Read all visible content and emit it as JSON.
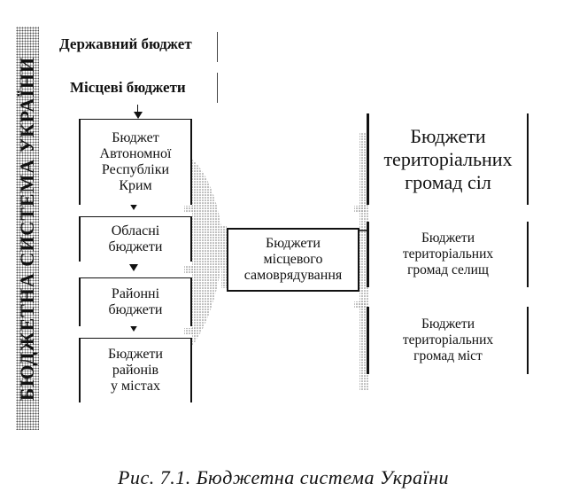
{
  "side_label": "БЮДЖЕТНА СИСТЕМА УКРАЇНИ",
  "top": {
    "state_budget": "Державний бюджет",
    "local_budgets": "Місцеві бюджети"
  },
  "left_column": [
    [
      "Бюджет",
      "Автономної",
      "Республіки",
      "Крим"
    ],
    [
      "Обласні",
      "бюджети"
    ],
    [
      "Районні",
      "бюджети"
    ],
    [
      "Бюджети",
      "районів",
      "у містах"
    ]
  ],
  "middle": [
    "Бюджети",
    "місцевого",
    "самоврядування"
  ],
  "right_column": [
    [
      "Бюджети",
      "територіальних",
      "громад сіл"
    ],
    [
      "Бюджети",
      "територіальних",
      "громад селищ"
    ],
    [
      "Бюджети",
      "територіальних",
      "громад міст"
    ]
  ],
  "caption": "Рис. 7.1. Бюджетна система України"
}
